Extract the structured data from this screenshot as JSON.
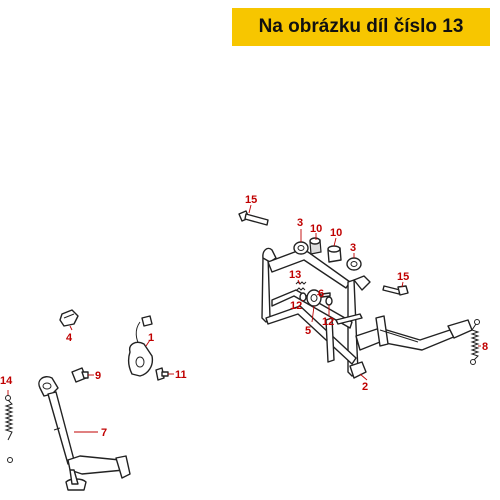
{
  "banner": {
    "text": "Na obrázku díl číslo 13",
    "background": "#f7c600"
  },
  "callout_color": "#c00000",
  "callouts": [
    {
      "id": "c15a",
      "text": "15"
    },
    {
      "id": "c3a",
      "text": "3"
    },
    {
      "id": "c10a",
      "text": "10"
    },
    {
      "id": "c10b",
      "text": "10"
    },
    {
      "id": "c3b",
      "text": "3"
    },
    {
      "id": "c13",
      "text": "13"
    },
    {
      "id": "c6",
      "text": "6"
    },
    {
      "id": "c12a",
      "text": "12"
    },
    {
      "id": "c12b",
      "text": "12"
    },
    {
      "id": "c15b",
      "text": "15"
    },
    {
      "id": "c5",
      "text": "5"
    },
    {
      "id": "c8",
      "text": "8"
    },
    {
      "id": "c2",
      "text": "2"
    },
    {
      "id": "c4",
      "text": "4"
    },
    {
      "id": "c1",
      "text": "1"
    },
    {
      "id": "c9",
      "text": "9"
    },
    {
      "id": "c11",
      "text": "11"
    },
    {
      "id": "c14",
      "text": "14"
    },
    {
      "id": "c7",
      "text": "7"
    }
  ]
}
